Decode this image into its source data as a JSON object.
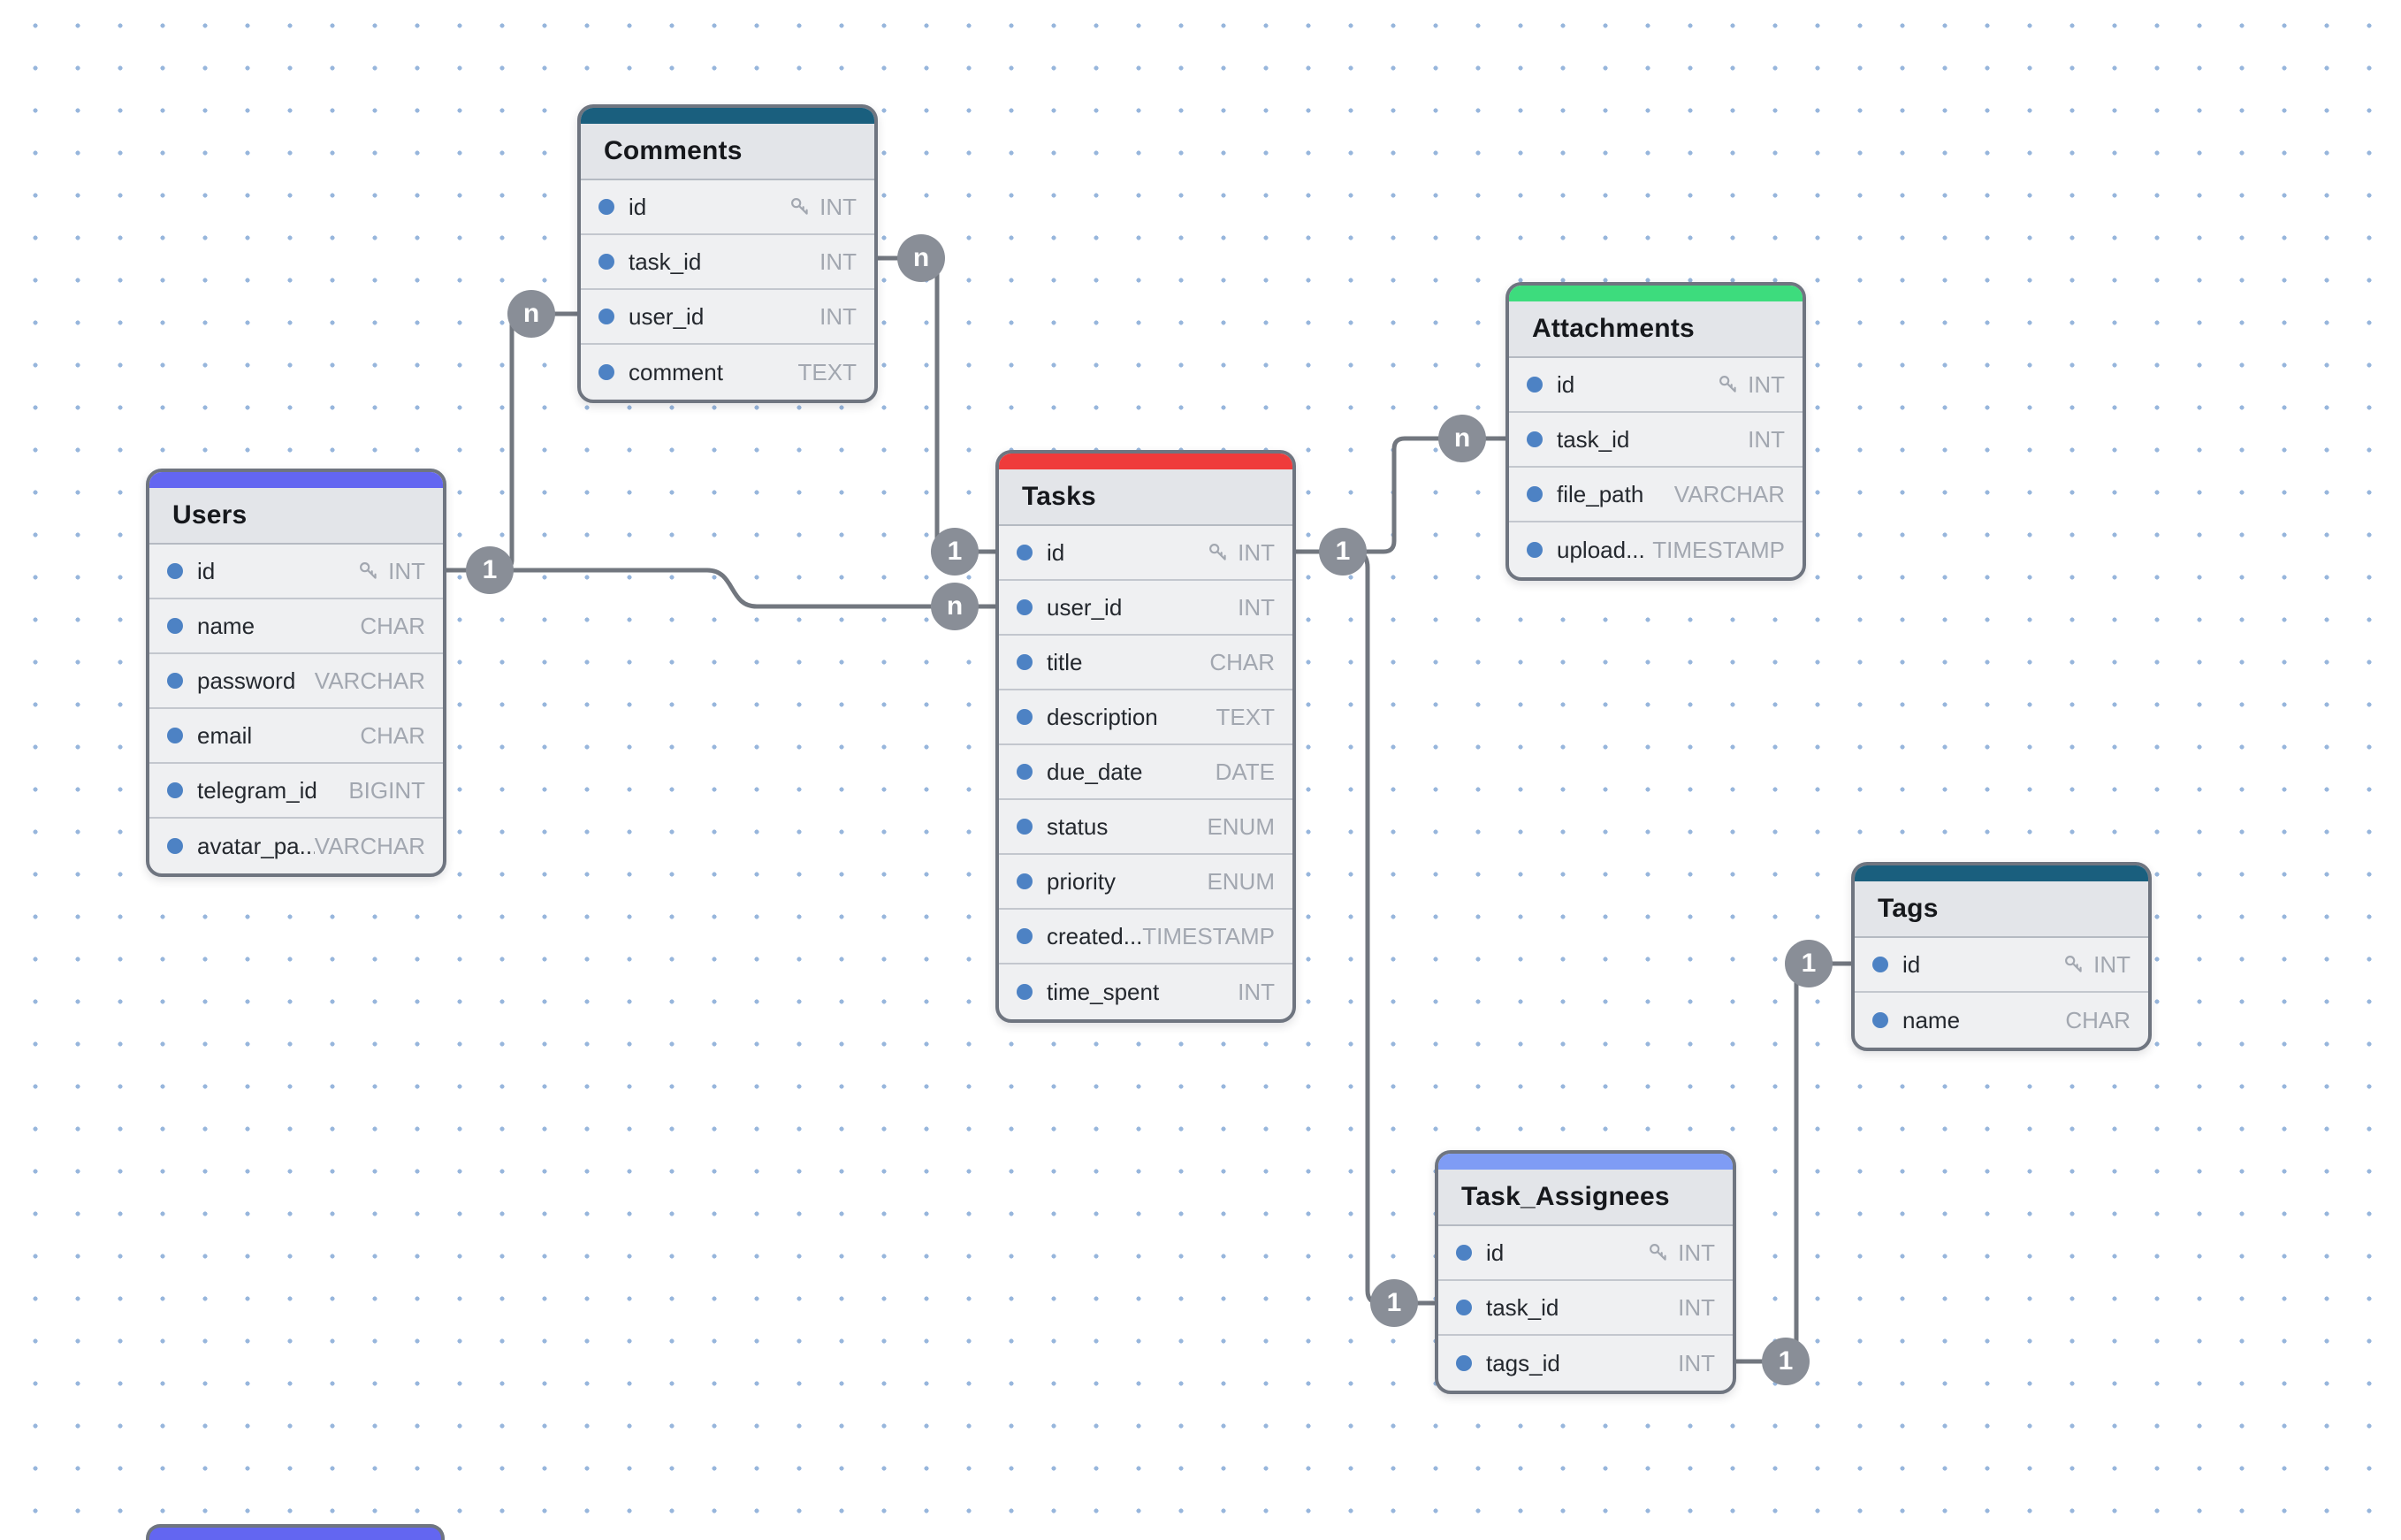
{
  "app": {
    "view": "er-diagram-canvas"
  },
  "colors": {
    "background": "#ffffff",
    "grid_dot": "#97b6dc",
    "table_border": "#6f7580",
    "table_header_bg": "#e3e5e9",
    "table_row_bg": "#eff0f2",
    "field_text": "#24282e",
    "type_text": "#a2a7b0",
    "field_dot": "#4d82c4",
    "relationship_line": "#72777f",
    "cardinality_badge": "#898e97",
    "cardinality_text": "#ffffff"
  },
  "tables": [
    {
      "name": "Comments",
      "accent": "#1a5f7e",
      "fields": [
        {
          "name": "id",
          "type": "INT",
          "pk": true
        },
        {
          "name": "task_id",
          "type": "INT",
          "pk": false
        },
        {
          "name": "user_id",
          "type": "INT",
          "pk": false
        },
        {
          "name": "comment",
          "type": "TEXT",
          "pk": false
        }
      ]
    },
    {
      "name": "Users",
      "accent": "#6366f1",
      "fields": [
        {
          "name": "id",
          "type": "INT",
          "pk": true
        },
        {
          "name": "name",
          "type": "CHAR",
          "pk": false
        },
        {
          "name": "password",
          "type": "VARCHAR",
          "pk": false
        },
        {
          "name": "email",
          "type": "CHAR",
          "pk": false
        },
        {
          "name": "telegram_id",
          "type": "BIGINT",
          "pk": false
        },
        {
          "name": "avatar_pa...",
          "type": "VARCHAR",
          "pk": false
        }
      ]
    },
    {
      "name": "Tasks",
      "accent": "#ef3b3b",
      "fields": [
        {
          "name": "id",
          "type": "INT",
          "pk": true
        },
        {
          "name": "user_id",
          "type": "INT",
          "pk": false
        },
        {
          "name": "title",
          "type": "CHAR",
          "pk": false
        },
        {
          "name": "description",
          "type": "TEXT",
          "pk": false
        },
        {
          "name": "due_date",
          "type": "DATE",
          "pk": false
        },
        {
          "name": "status",
          "type": "ENUM",
          "pk": false
        },
        {
          "name": "priority",
          "type": "ENUM",
          "pk": false
        },
        {
          "name": "created...",
          "type": "TIMESTAMP",
          "pk": false
        },
        {
          "name": "time_spent",
          "type": "INT",
          "pk": false
        }
      ]
    },
    {
      "name": "Attachments",
      "accent": "#3ddc7d",
      "fields": [
        {
          "name": "id",
          "type": "INT",
          "pk": true
        },
        {
          "name": "task_id",
          "type": "INT",
          "pk": false
        },
        {
          "name": "file_path",
          "type": "VARCHAR",
          "pk": false
        },
        {
          "name": "upload...",
          "type": "TIMESTAMP",
          "pk": false
        }
      ]
    },
    {
      "name": "Tags",
      "accent": "#1a5f7e",
      "fields": [
        {
          "name": "id",
          "type": "INT",
          "pk": true
        },
        {
          "name": "name",
          "type": "CHAR",
          "pk": false
        }
      ]
    },
    {
      "name": "Task_Assignees",
      "accent": "#7f9cf5",
      "fields": [
        {
          "name": "id",
          "type": "INT",
          "pk": true
        },
        {
          "name": "task_id",
          "type": "INT",
          "pk": false
        },
        {
          "name": "tags_id",
          "type": "INT",
          "pk": false
        }
      ]
    }
  ],
  "relationships": [
    {
      "from": "Users.id",
      "to": "Comments.user_id",
      "from_label": "1",
      "to_label": "n"
    },
    {
      "from": "Users.id",
      "to": "Tasks.user_id",
      "from_label": "1",
      "to_label": "n"
    },
    {
      "from": "Comments.task_id",
      "to": "Tasks.id",
      "from_label": "n",
      "to_label": "1"
    },
    {
      "from": "Tasks.id",
      "to": "Attachments.task_id",
      "from_label": "1",
      "to_label": "n"
    },
    {
      "from": "Tasks.id",
      "to": "Task_Assignees.task_id",
      "from_label": "1",
      "to_label": "1"
    },
    {
      "from": "Tags.id",
      "to": "Task_Assignees.tags_id",
      "from_label": "1",
      "to_label": "1"
    }
  ],
  "partial_table": {
    "accent": "#6366f1"
  }
}
